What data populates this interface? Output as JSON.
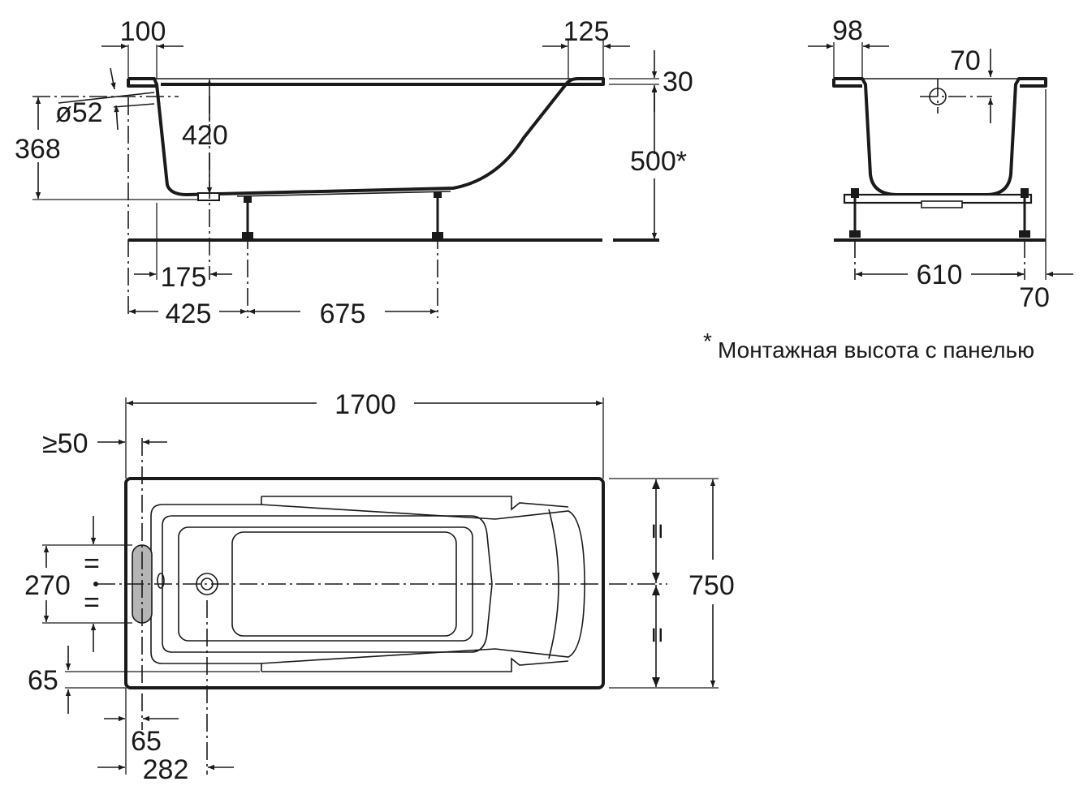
{
  "side_view": {
    "dim_100": "100",
    "dim_125": "125",
    "dim_30": "30",
    "dim_d52": "ø52",
    "dim_420": "420",
    "dim_368": "368",
    "dim_500": "500*",
    "dim_175": "175",
    "dim_425": "425",
    "dim_675": "675"
  },
  "end_view": {
    "dim_98": "98",
    "dim_70_top": "70",
    "dim_610": "610",
    "dim_70_side": "70"
  },
  "footnote": {
    "star": "*",
    "text": "Монтажная высота с панелью"
  },
  "top_view": {
    "dim_1700": "1700",
    "dim_ge50": "≥50",
    "dim_270": "270",
    "dim_750": "750",
    "dim_65_left": "65",
    "dim_65_bottom": "65",
    "dim_282": "282",
    "equal_mark": "="
  },
  "colors": {
    "line": "#1a1a1a",
    "overflow_fill": "#b5b5b5"
  }
}
